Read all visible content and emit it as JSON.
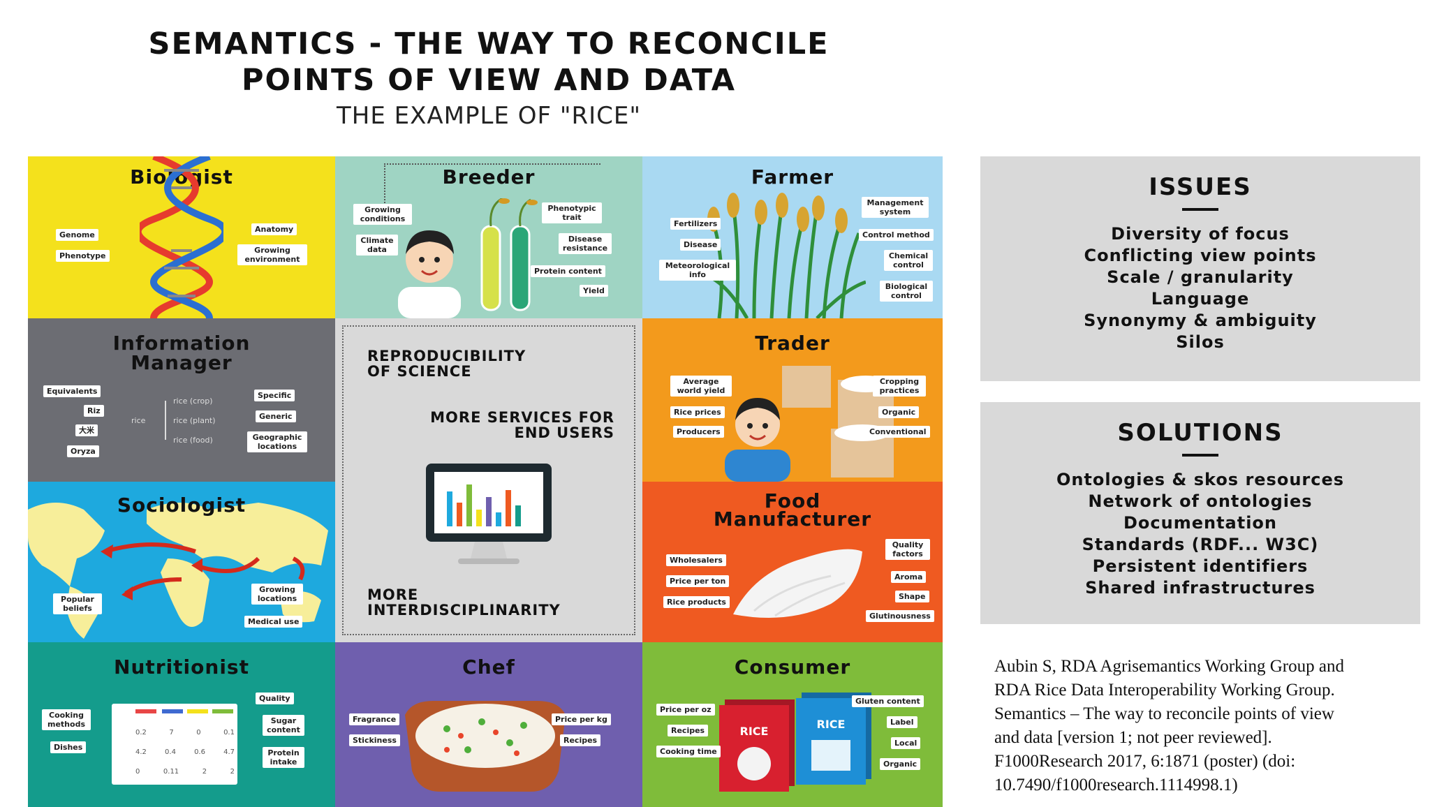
{
  "title": {
    "line1": "SEMANTICS - THE WAY TO RECONCILE",
    "line2": "POINTS OF VIEW AND DATA",
    "line3": "THE EXAMPLE OF \"RICE\""
  },
  "colors": {
    "biologist": "#f4e11c",
    "breeder": "#9fd4c3",
    "farmer": "#a9d9f2",
    "info": "#6c6d73",
    "center": "#d9d9d9",
    "trader": "#f39a1c",
    "sociologist": "#1ea9de",
    "food": "#ef5a21",
    "nutritionist": "#149c8c",
    "chef": "#6f5fae",
    "consumer": "#7fbc3a"
  },
  "cells": {
    "biologist": {
      "title": "Biologist",
      "labels": [
        "Genome",
        "Phenotype",
        "Anatomy",
        "Growing environment"
      ]
    },
    "breeder": {
      "title": "Breeder",
      "labels": [
        "Growing conditions",
        "Climate data",
        "Phenotypic trait",
        "Disease resistance",
        "Protein content",
        "Yield"
      ]
    },
    "farmer": {
      "title": "Farmer",
      "labels": [
        "Fertilizers",
        "Disease",
        "Meteorological info",
        "Management system",
        "Control method",
        "Chemical control",
        "Biological control"
      ]
    },
    "info": {
      "title_line1": "Information",
      "title_line2": "Manager",
      "labels": [
        "Equivalents",
        "Riz",
        "大米",
        "Oryza",
        "rice",
        "rice (crop)",
        "rice (plant)",
        "rice (food)",
        "Specific",
        "Generic",
        "Geographic locations"
      ]
    },
    "center": {
      "line1": "REPRODUCIBILITY",
      "line2": "OF SCIENCE",
      "line3": "MORE SERVICES FOR",
      "line4": "END USERS",
      "line5": "MORE",
      "line6": "INTERDISCIPLINARITY"
    },
    "trader": {
      "title": "Trader",
      "labels": [
        "Average world yield",
        "Rice prices",
        "Producers",
        "Cropping practices",
        "Organic",
        "Conventional"
      ]
    },
    "sociologist": {
      "title": "Sociologist",
      "labels": [
        "Popular beliefs",
        "Growing locations",
        "Medical use"
      ]
    },
    "food": {
      "title_line1": "Food",
      "title_line2": "Manufacturer",
      "labels": [
        "Wholesalers",
        "Price per ton",
        "Rice products",
        "Quality factors",
        "Aroma",
        "Shape",
        "Glutinousness"
      ]
    },
    "nutritionist": {
      "title": "Nutritionist",
      "labels": [
        "Cooking methods",
        "Dishes",
        "Quality",
        "Sugar content",
        "Protein intake"
      ],
      "table": [
        [
          "0.2",
          "7",
          "0",
          "0.1"
        ],
        [
          "4.2",
          "0.4",
          "0.6",
          "4.7"
        ],
        [
          "0",
          "0.11",
          "2",
          "2"
        ]
      ]
    },
    "chef": {
      "title": "Chef",
      "labels": [
        "Fragrance",
        "Stickiness",
        "Price per kg",
        "Recipes"
      ]
    },
    "consumer": {
      "title": "Consumer",
      "labels": [
        "Price per oz",
        "Recipes",
        "Cooking time",
        "Gluten content",
        "Label",
        "Local",
        "Organic",
        "RICE",
        "RICE"
      ]
    }
  },
  "issues": {
    "title": "ISSUES",
    "items": [
      "Diversity of focus",
      "Conflicting view points",
      "Scale / granularity",
      "Language",
      "Synonymy & ambiguity",
      "Silos"
    ]
  },
  "solutions": {
    "title": "SOLUTIONS",
    "items": [
      "Ontologies & skos resources",
      "Network of ontologies",
      "Documentation",
      "Standards (RDF... W3C)",
      "Persistent identifiers",
      "Shared infrastructures"
    ]
  },
  "citation": [
    "Aubin S, RDA Agrisemantics Working Group and",
    "RDA Rice Data Interoperability Working Group.",
    "Semantics – The way to reconcile points of view",
    "and data [version 1; not peer reviewed].",
    "F1000Research 2017, 6:1871 (poster) (doi:",
    "10.7490/f1000research.1114998.1)"
  ]
}
